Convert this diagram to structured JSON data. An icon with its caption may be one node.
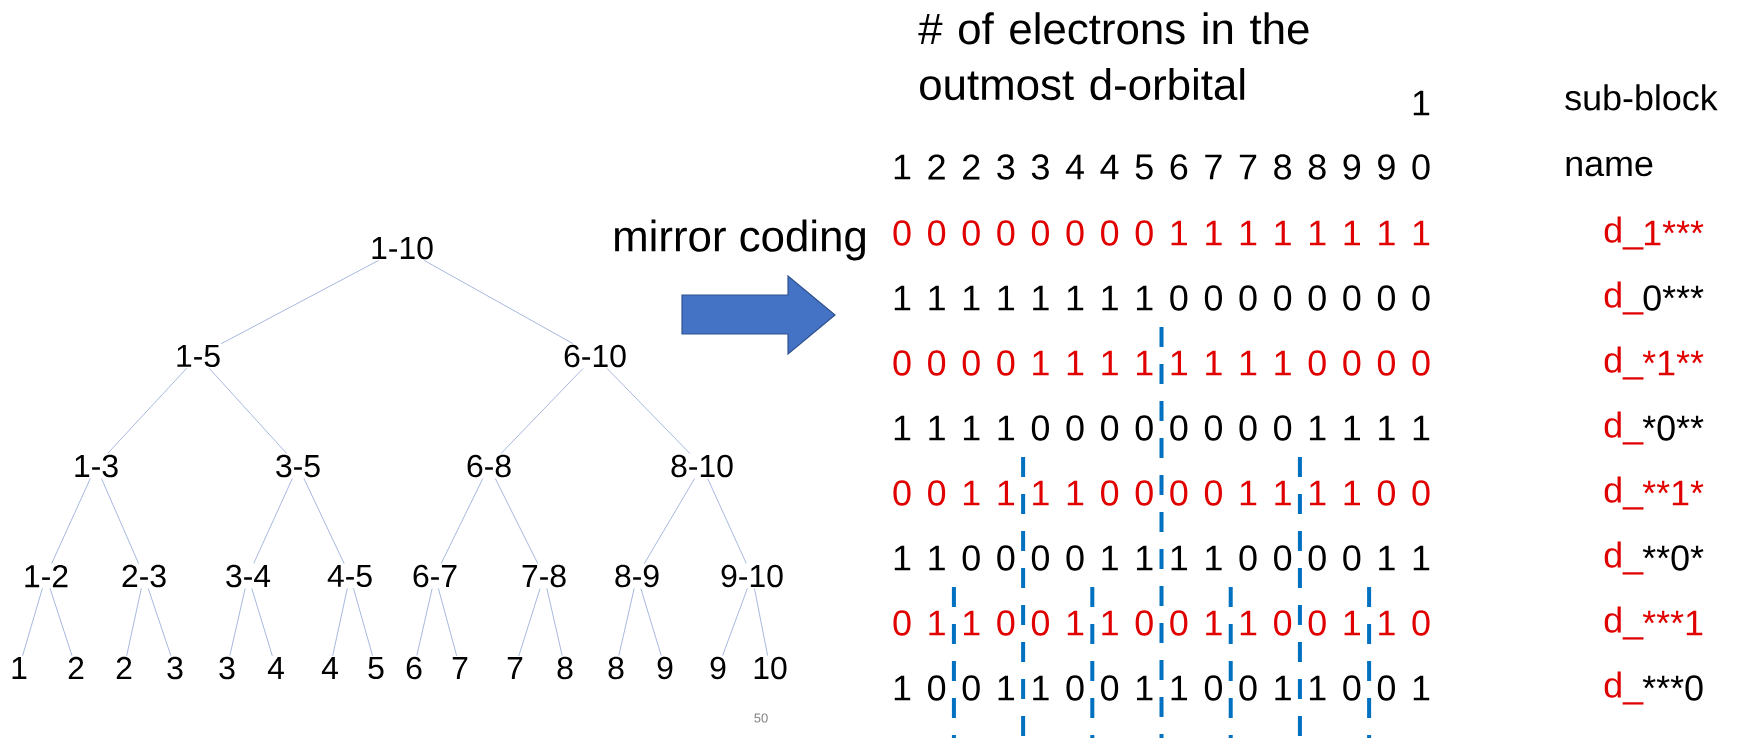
{
  "diagram": {
    "nodes": [
      {
        "text": [
          "1-10"
        ]
      },
      {
        "text": [
          "1-5"
        ]
      },
      {
        "text": [
          "6-10"
        ]
      },
      {
        "text": [
          "1-3"
        ]
      },
      {
        "text": [
          "3-5"
        ]
      },
      {
        "text": [
          "6-8"
        ]
      },
      {
        "text": [
          "8-10"
        ]
      },
      {
        "text": [
          "1-2"
        ]
      },
      {
        "text": [
          "2-3"
        ]
      },
      {
        "text": [
          "3-4"
        ]
      },
      {
        "text": [
          "4-5"
        ]
      },
      {
        "text": [
          "6-7"
        ]
      },
      {
        "text": [
          "7-8"
        ]
      },
      {
        "text": [
          "8-9"
        ]
      },
      {
        "text": [
          "9-10"
        ]
      },
      {
        "text": [
          "1"
        ]
      },
      {
        "text": [
          "2"
        ]
      },
      {
        "text": [
          "2"
        ]
      },
      {
        "text": [
          "3"
        ]
      },
      {
        "text": [
          "3"
        ]
      },
      {
        "text": [
          "4"
        ]
      },
      {
        "text": [
          "4"
        ]
      },
      {
        "text": [
          "5"
        ]
      },
      {
        "text": [
          "6"
        ]
      },
      {
        "text": [
          "7"
        ]
      },
      {
        "text": [
          "7"
        ]
      },
      {
        "text": [
          "8"
        ]
      },
      {
        "text": [
          "8"
        ]
      },
      {
        "text": [
          "9"
        ]
      },
      {
        "text": [
          "9"
        ]
      },
      {
        "text": [
          "10"
        ]
      }
    ],
    "edges": [
      {
        "from": 0,
        "to": 1,
        "arrow": "none"
      },
      {
        "from": 0,
        "to": 2,
        "arrow": "none"
      },
      {
        "from": 1,
        "to": 3,
        "arrow": "none"
      },
      {
        "from": 1,
        "to": 4,
        "arrow": "none"
      },
      {
        "from": 2,
        "to": 5,
        "arrow": "none"
      },
      {
        "from": 2,
        "to": 6,
        "arrow": "none"
      },
      {
        "from": 3,
        "to": 7,
        "arrow": "none"
      },
      {
        "from": 3,
        "to": 8,
        "arrow": "none"
      },
      {
        "from": 4,
        "to": 9,
        "arrow": "none"
      },
      {
        "from": 4,
        "to": 10,
        "arrow": "none"
      },
      {
        "from": 5,
        "to": 11,
        "arrow": "none"
      },
      {
        "from": 5,
        "to": 12,
        "arrow": "none"
      },
      {
        "from": 6,
        "to": 13,
        "arrow": "none"
      },
      {
        "from": 6,
        "to": 14,
        "arrow": "none"
      },
      {
        "from": 7,
        "to": 15,
        "arrow": "none"
      },
      {
        "from": 7,
        "to": 16,
        "arrow": "none"
      },
      {
        "from": 8,
        "to": 17,
        "arrow": "none"
      },
      {
        "from": 8,
        "to": 18,
        "arrow": "none"
      },
      {
        "from": 9,
        "to": 19,
        "arrow": "none"
      },
      {
        "from": 9,
        "to": 20,
        "arrow": "none"
      },
      {
        "from": 10,
        "to": 21,
        "arrow": "none"
      },
      {
        "from": 10,
        "to": 22,
        "arrow": "none"
      },
      {
        "from": 11,
        "to": 23,
        "arrow": "none"
      },
      {
        "from": 11,
        "to": 24,
        "arrow": "none"
      },
      {
        "from": 12,
        "to": 25,
        "arrow": "none"
      },
      {
        "from": 12,
        "to": 26,
        "arrow": "none"
      },
      {
        "from": 13,
        "to": 27,
        "arrow": "none"
      },
      {
        "from": 13,
        "to": 28,
        "arrow": "none"
      },
      {
        "from": 14,
        "to": 29,
        "arrow": "none"
      },
      {
        "from": 14,
        "to": 30,
        "arrow": "none"
      }
    ],
    "labels": [
      "# of electrons in the outmost d-orbital",
      "1",
      "sub-block name",
      "1",
      "2",
      "2",
      "3",
      "3",
      "4",
      "4",
      "5",
      "6",
      "7",
      "7",
      "8",
      "8",
      "9",
      "9",
      "0",
      "0",
      "0",
      "0",
      "0",
      "0",
      "0",
      "0",
      "0",
      "1",
      "1",
      "1",
      "1",
      "1",
      "1",
      "1",
      "1",
      "d_",
      "1***",
      "1",
      "1",
      "1",
      "1",
      "1",
      "1",
      "1",
      "1",
      "0",
      "0",
      "0",
      "0",
      "0",
      "0",
      "0",
      "0",
      "d_",
      "0***",
      "0",
      "0",
      "0",
      "0",
      "1",
      "1",
      "1",
      "1",
      "1",
      "1",
      "1",
      "1",
      "0",
      "0",
      "0",
      "0",
      "d_",
      "*1**",
      "1",
      "1",
      "1",
      "1",
      "0",
      "0",
      "0",
      "0",
      "0",
      "0",
      "0",
      "0",
      "1",
      "1",
      "1",
      "1",
      "d_",
      "*0**",
      "0",
      "0",
      "1",
      "1",
      "1",
      "1",
      "0",
      "0",
      "0",
      "0",
      "1",
      "1",
      "1",
      "1",
      "0",
      "0",
      "d_",
      "**1*",
      "1",
      "1",
      "0",
      "0",
      "0",
      "0",
      "1",
      "1",
      "1",
      "1",
      "0",
      "0",
      "0",
      "0",
      "1",
      "1",
      "d_",
      "**0*",
      "0",
      "1",
      "1",
      "0",
      "0",
      "1",
      "1",
      "0",
      "0",
      "1",
      "1",
      "0",
      "0",
      "1",
      "1",
      "0",
      "d_",
      "***1",
      "1",
      "0",
      "0",
      "1",
      "1",
      "0",
      "0",
      "1",
      "1",
      "0",
      "0",
      "1",
      "1",
      "0",
      "0",
      "1",
      "d_",
      "***0",
      "mirror coding",
      "50"
    ]
  }
}
